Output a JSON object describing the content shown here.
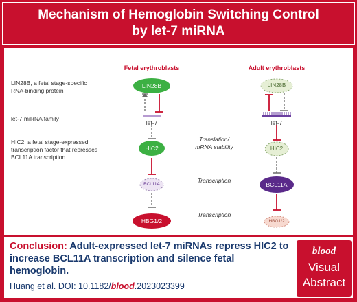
{
  "title": {
    "line1": "Mechanism of Hemoglobin Switching Control",
    "line2": "by let-7 miRNA"
  },
  "columns": {
    "fetal": "Fetal erythroblasts",
    "adult": "Adult erythroblasts"
  },
  "side_labels": {
    "lin28b": [
      "LIN28B, a fetal stage-specific",
      "RNA-binding protein"
    ],
    "let7": [
      "let-7 miRNA family"
    ],
    "hic2": [
      "HIC2, a fetal stage-expressed",
      "transcription factor that represses",
      "BCL11A transcription"
    ]
  },
  "mid_labels": {
    "translation": [
      "Translation/",
      "mRNA stability"
    ],
    "transcription1": "Transcription",
    "transcription2": "Transcription"
  },
  "fetal_nodes": {
    "lin28b": "LIN28B",
    "let7": "let-7",
    "hic2": "HIC2",
    "bcl11a": "BCL11A",
    "hbg": "HBG1/2"
  },
  "adult_nodes": {
    "lin28b": "LIN28B",
    "let7": "let-7",
    "hic2": "HIC2",
    "bcl11a": "BCL11A",
    "hbg": "HBG1/2"
  },
  "colors": {
    "brand_red": "#c8102e",
    "green": "#3cb043",
    "pale_green": "#e6efd5",
    "purple": "#5a2a8a",
    "pale_purple": "#ede4f3",
    "hbg_red": "#c8102e",
    "pale_red": "#f7d9d0",
    "text_blue": "#1a3a6e"
  },
  "conclusion": {
    "heading": "Conclusion:",
    "body": "Adult-expressed let-7 miRNAs repress HIC2 to increase BCL11A transcription and silence fetal hemoglobin."
  },
  "citation": {
    "prefix": "Huang et al. DOI: 10.1182/",
    "journal": "blood",
    "suffix": ".2023023399"
  },
  "badge": {
    "brand": "blood",
    "line1": "Visual",
    "line2": "Abstract"
  }
}
